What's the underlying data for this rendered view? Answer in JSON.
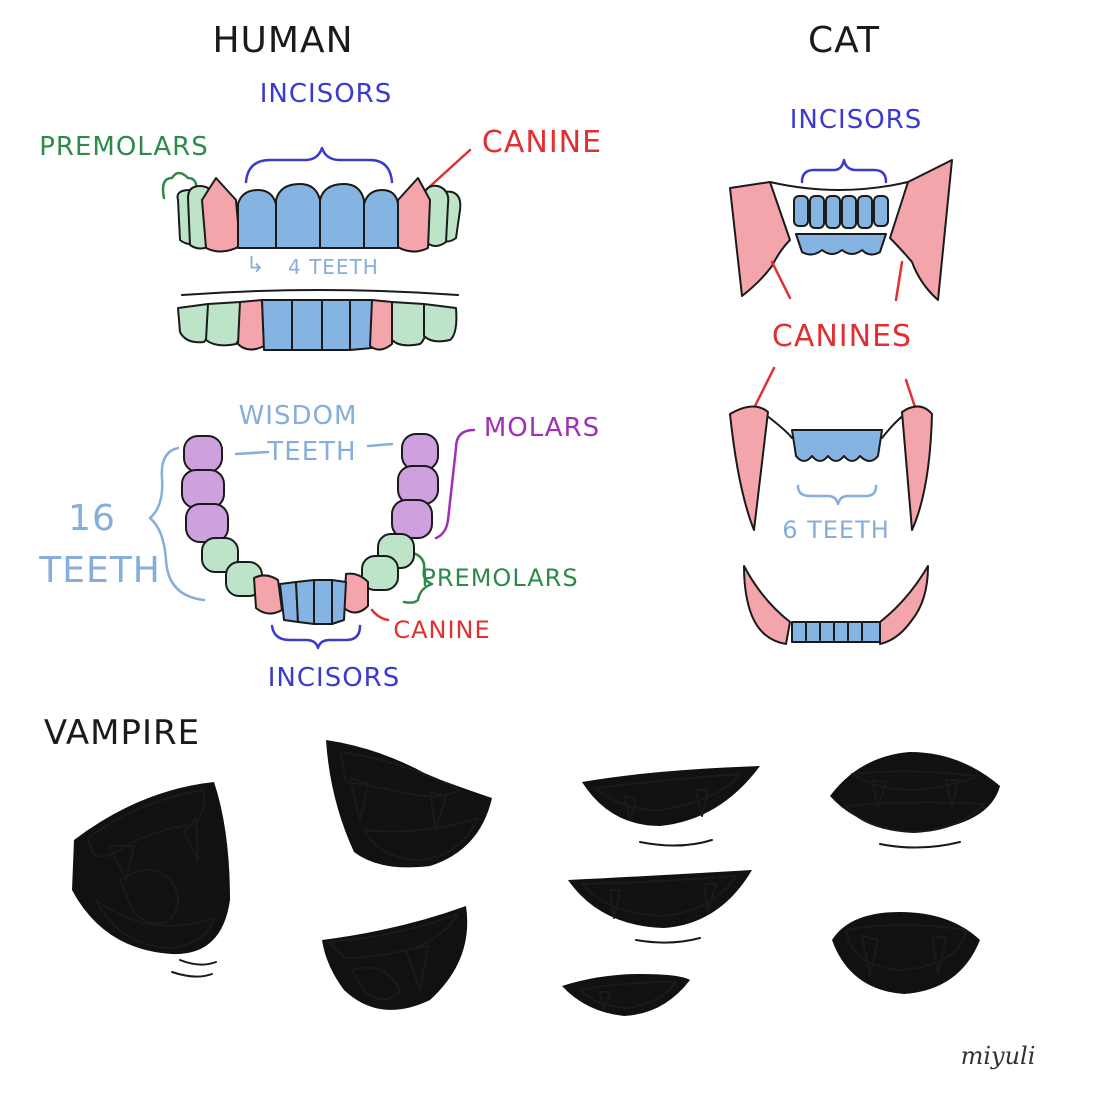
{
  "colors": {
    "incisor": "#86b4e2",
    "canine": "#f4a4ab",
    "premolar": "#bde3c8",
    "molar": "#cfa0de",
    "label_blue": "#3a3ad0",
    "label_lightblue": "#86aedc",
    "label_red": "#e23030",
    "label_green": "#2e8a4a",
    "label_purple": "#a030b8",
    "ink": "#1a1a1a"
  },
  "human": {
    "title": "HUMAN",
    "front": {
      "incisors_label": "INCISORS",
      "premolars_label": "PREMOLARS",
      "canine_label": "CANINE",
      "four_teeth_arrow": "↳",
      "four_teeth_label": "4 TEETH"
    },
    "arch": {
      "wisdom_line1": "WISDOM",
      "wisdom_line2": "TEETH",
      "molars_label": "MOLARS",
      "count_line1": "16",
      "count_line2": "TEETH",
      "premolars_label": "PREMOLARS",
      "canine_label": "CANINE",
      "incisors_label": "INCISORS"
    }
  },
  "cat": {
    "title": "CAT",
    "incisors_label": "INCISORS",
    "canines_label": "CANINES",
    "six_teeth_label": "6 TEETH"
  },
  "vampire": {
    "title": "VAMPIRE"
  },
  "signature": "miyuli"
}
